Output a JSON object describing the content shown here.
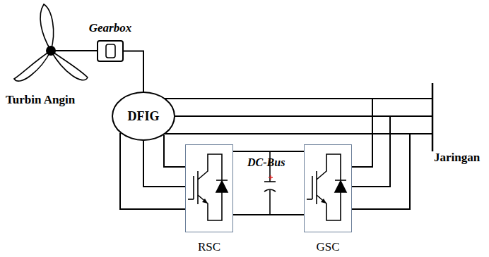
{
  "diagram": {
    "nodes": [
      {
        "text": [
          "Gearbox"
        ]
      },
      {
        "text": [
          "DFIG"
        ]
      },
      {
        "text": [
          "RSC"
        ]
      },
      {
        "text": [
          "GSC"
        ]
      }
    ],
    "edges": [
      {
        "from": 0,
        "to": 1,
        "arrow": "none"
      },
      {
        "from": 1,
        "to": 2,
        "arrow": "none"
      },
      {
        "from": 2,
        "to": 3,
        "arrow": "none"
      }
    ],
    "labels": [
      "Turbin Angin",
      "DC-Bus",
      "Jaringan"
    ]
  }
}
